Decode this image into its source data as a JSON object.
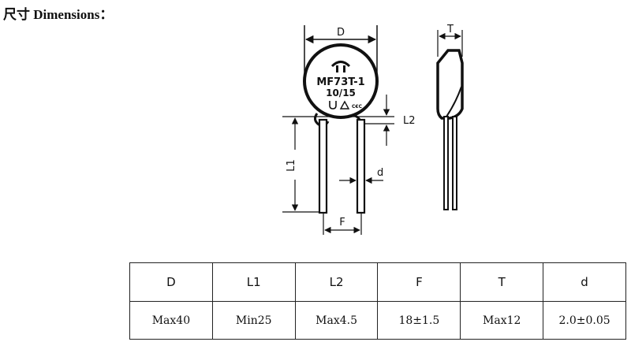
{
  "heading": "尺寸 Dimensions：",
  "diagram": {
    "labels": {
      "D": "D",
      "L1": "L1",
      "L2": "L2",
      "d": "d",
      "F": "F",
      "T": "T"
    },
    "marking": {
      "line1": "MF73T-1",
      "line2": "10/15",
      "cert": "C€C"
    }
  },
  "table": {
    "headers": [
      "D",
      "L1",
      "L2",
      "F",
      "T",
      "d"
    ],
    "values": [
      "Max40",
      "Min25",
      "Max4.5",
      "18±1.5",
      "Max12",
      "2.0±0.05"
    ]
  }
}
